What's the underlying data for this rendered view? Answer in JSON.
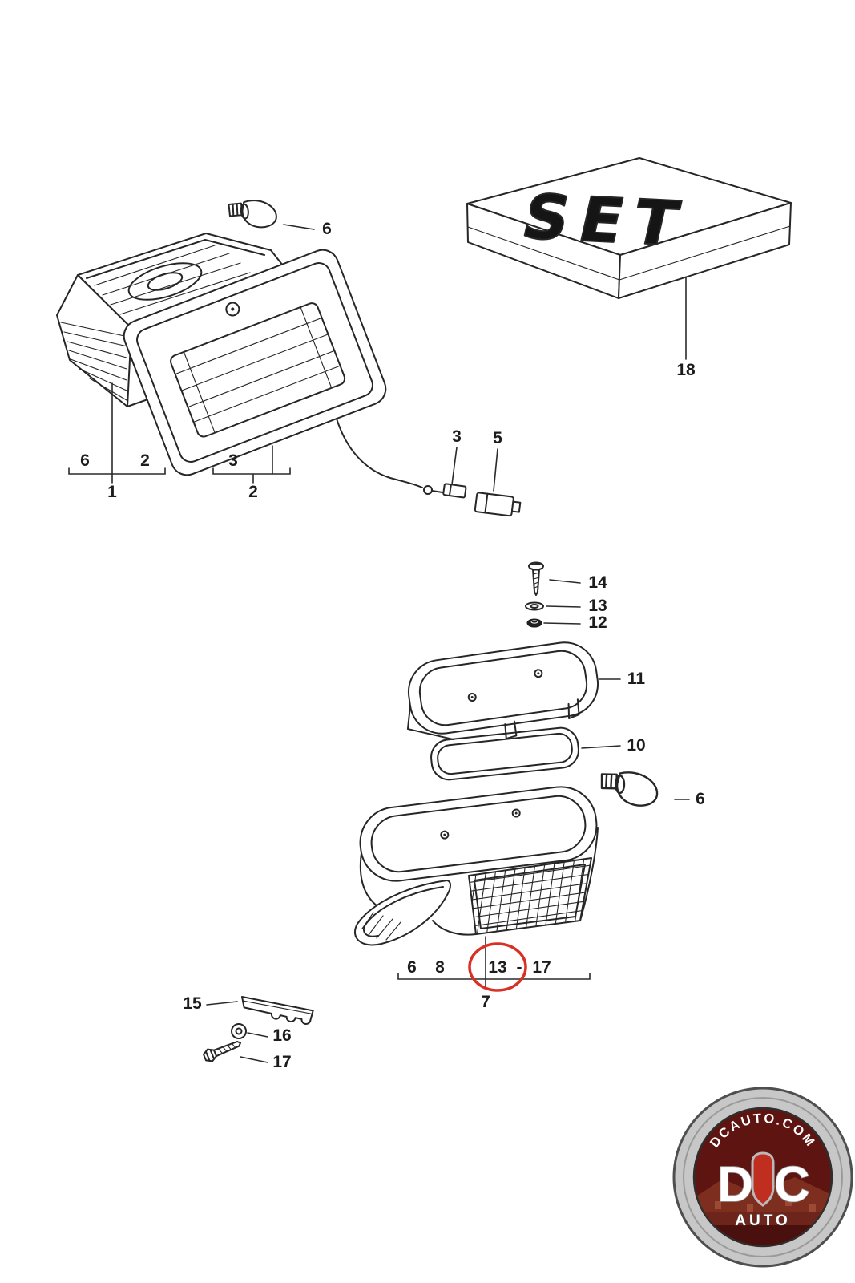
{
  "diagram": {
    "upper_lamp": {
      "bulb_label": "6",
      "group_left": {
        "sub_left": "6",
        "sub_right": "2",
        "part": "1"
      },
      "group_right": {
        "sub_above": "3",
        "part": "2"
      },
      "harness": {
        "terminal_label": "3",
        "connector_label": "5"
      }
    },
    "repair_kit": {
      "lid_text": "SET",
      "part": "18"
    },
    "hardware_upper": {
      "screw": "14",
      "washer": "13",
      "nut": "12"
    },
    "lower_lamp": {
      "cover": "11",
      "seal": "10",
      "bulb_label": "6",
      "group": {
        "a": "6",
        "b": "8",
        "c": "13",
        "dash": "-",
        "d": "17",
        "part": "7"
      }
    },
    "hardware_lower": {
      "bracket": "15",
      "washer": "16",
      "screw": "17"
    }
  },
  "watermark": {
    "site": "DCAUTO.COM",
    "initials": "DC",
    "word": "AUTO"
  },
  "colors": {
    "line": "#262626",
    "label": "#1c1c1c",
    "highlight": "#d93025",
    "logo_ring": "#c7c7c7",
    "logo_inner": "#5e1511",
    "logo_shield": "#bf2e1e"
  }
}
